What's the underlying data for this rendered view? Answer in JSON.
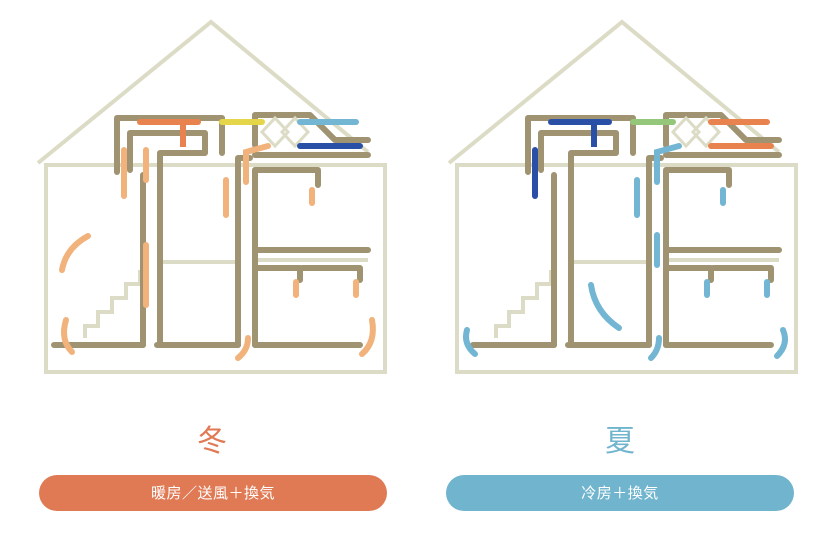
{
  "colors": {
    "outline": "#dcdcc6",
    "duct": "#a09372",
    "warm_accent": "#e07a55",
    "cool_accent": "#71b4cd",
    "warm_arrow": "#e8824e",
    "warm_arrow_light": "#f1b27c",
    "cool_arrow": "#72b6d3",
    "cool_arrow_light": "#9bcde2",
    "deep_blue": "#2a4fa6",
    "yellow": "#e4d648",
    "green": "#94c77a"
  },
  "panels": [
    {
      "season": "冬",
      "mode": "暖房／送風＋換気",
      "theme": "warm"
    },
    {
      "season": "夏",
      "mode": "冷房＋換気",
      "theme": "cool"
    }
  ]
}
